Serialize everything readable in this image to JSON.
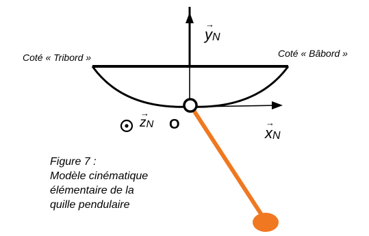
{
  "diagram": {
    "labels": {
      "starboard_side": "Coté « Tribord »",
      "port_side": "Coté « Bâbord »",
      "origin": "O"
    },
    "vectors": {
      "x": {
        "symbol": "x",
        "subscript": "N",
        "arrow": "→"
      },
      "y": {
        "symbol": "y",
        "subscript": "N",
        "arrow": "→"
      },
      "z": {
        "symbol": "z",
        "subscript": "N",
        "arrow": "→"
      }
    },
    "caption": {
      "line1": "Figure 7 :",
      "line2": "Modèle cinématique",
      "line3": "élémentaire de la",
      "line4": "quille pendulaire"
    },
    "colors": {
      "lines": "#000000",
      "keel": "#f07820",
      "background": "#ffffff"
    }
  }
}
